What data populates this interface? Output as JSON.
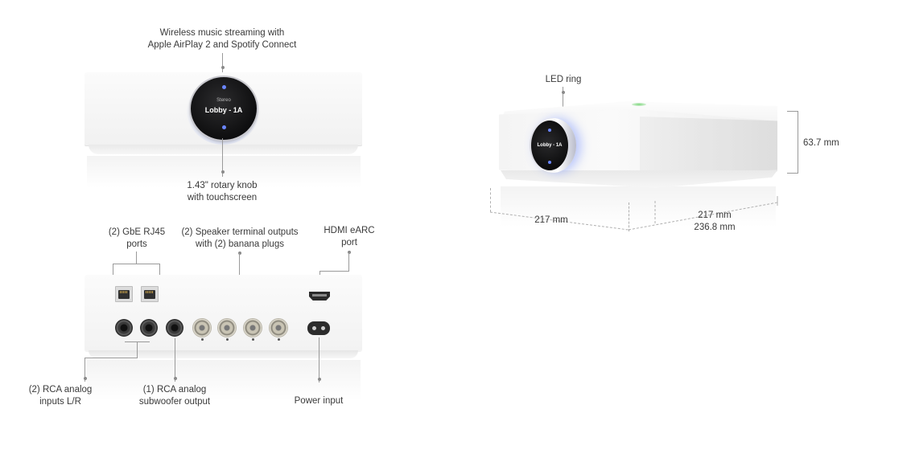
{
  "front_view": {
    "label_top": [
      "Wireless music streaming with",
      "Apple AirPlay 2 and Spotify Connect"
    ],
    "label_bottom": [
      "1.43\" rotary knob",
      "with touchscreen"
    ],
    "screen": {
      "tag": "Stereo",
      "name": "Lobby - 1A"
    },
    "accent_color": "#6b86ff"
  },
  "rear_view": {
    "label_rj45": [
      "(2) GbE RJ45",
      "ports"
    ],
    "label_speaker": [
      "(2) Speaker terminal outputs",
      "with (2) banana plugs"
    ],
    "label_hdmi": [
      "HDMI eARC",
      "port"
    ],
    "label_rca_inputs": [
      "(2) RCA analog",
      "inputs L/R"
    ],
    "label_subwoofer": [
      "(1) RCA analog",
      "subwoofer output"
    ],
    "label_power": "Power input"
  },
  "iso_view": {
    "label_led_ring": "LED ring",
    "screen_name": "Lobby - 1A",
    "dim_height": "63.7 mm",
    "dim_width": "217 mm",
    "dim_depth_1": "217 mm",
    "dim_depth_2": "236.8 mm"
  }
}
